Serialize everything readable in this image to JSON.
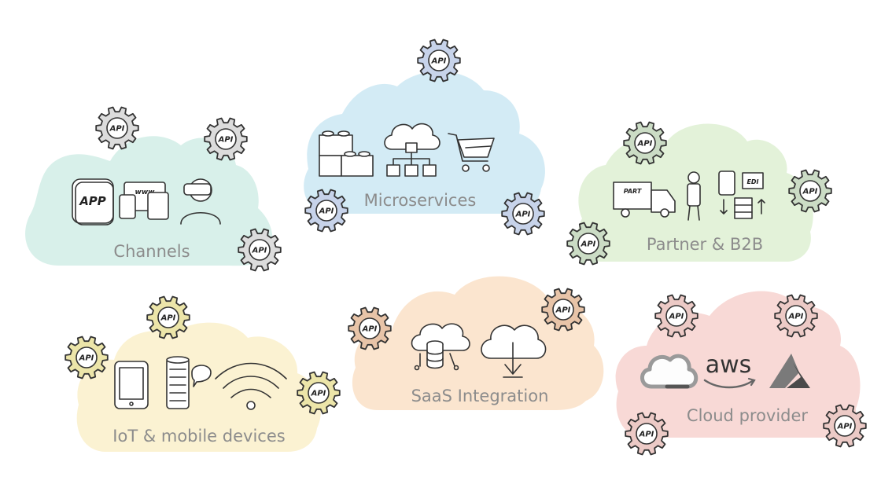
{
  "gear_text": "API",
  "colors": {
    "channels": "#d8f0ea",
    "microservices": "#d3ebf5",
    "partner": "#e3f2d9",
    "iot": "#fbf2d2",
    "saas": "#fbe5cf",
    "cloud": "#f8d9d6",
    "gear_grey": "#dcdcdc",
    "gear_blue": "#c7d3ea",
    "gear_green": "#cbdcc5",
    "gear_yellow": "#ece5a9",
    "gear_orange": "#e8c4a8",
    "gear_pink": "#eccac6"
  },
  "clouds": [
    {
      "id": "channels",
      "label": "Channels",
      "icons": [
        "app-icon",
        "web-devices-icon",
        "vr-headset-user-icon"
      ],
      "icon_text": {
        "app": "APP",
        "web": "www"
      }
    },
    {
      "id": "microservices",
      "label": "Microservices",
      "icons": [
        "lego-bricks-icon",
        "cloud-hierarchy-icon",
        "shopping-cart-icon"
      ]
    },
    {
      "id": "partner",
      "label": "Partner & B2B",
      "icons": [
        "delivery-truck-icon",
        "worker-icon",
        "edi-exchange-icon"
      ],
      "icon_text": {
        "truck": "PART",
        "edi": "EDI"
      }
    },
    {
      "id": "iot",
      "label": "IoT & mobile devices",
      "icons": [
        "smartphone-icon",
        "smart-speaker-icon",
        "wifi-icon"
      ]
    },
    {
      "id": "saas",
      "label": "SaaS Integration",
      "icons": [
        "cloud-database-icon",
        "cloud-download-icon"
      ]
    },
    {
      "id": "cloud",
      "label": "Cloud provider",
      "icons": [
        "google-cloud-icon",
        "aws-logo-icon",
        "azure-logo-icon"
      ],
      "icon_text": {
        "aws": "aws"
      }
    }
  ]
}
